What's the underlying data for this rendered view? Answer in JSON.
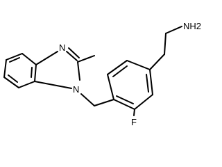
{
  "molecule": {
    "atoms": {
      "amine": "NH2",
      "imidazole_n3": "N",
      "imidazole_n1": "N",
      "fluorine": "F"
    }
  },
  "colors": {
    "bond": "#000000",
    "label": "#000000",
    "background": "#ffffff"
  }
}
